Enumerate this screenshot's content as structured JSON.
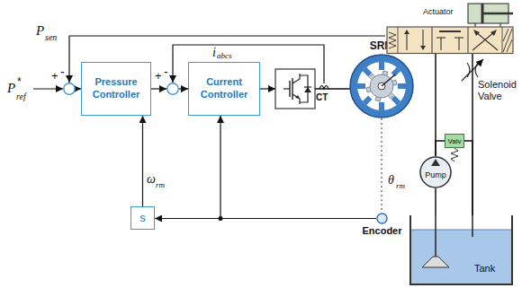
{
  "diagram": {
    "nodes": [
      {
        "text": [
          "+",
          "-"
        ]
      },
      {
        "text": [
          "Pressure Controller"
        ]
      },
      {
        "text": [
          "+",
          "-"
        ]
      },
      {
        "text": [
          "Current Controller"
        ]
      },
      {
        "text": [
          "SRM"
        ]
      },
      {
        "text": [
          "s"
        ]
      },
      {
        "text": [
          "Encoder"
        ]
      },
      {
        "text": [
          "Actuator"
        ]
      },
      {
        "text": [
          "Valv"
        ]
      },
      {
        "text": [
          "Pump"
        ]
      },
      {
        "text": [
          "Tank"
        ]
      }
    ],
    "edges": [
      {
        "from": 0,
        "to": 1,
        "arrow": "to"
      },
      {
        "from": 1,
        "to": 2,
        "arrow": "to"
      },
      {
        "from": 2,
        "to": 3,
        "arrow": "to"
      },
      {
        "from": 7,
        "to": 0,
        "arrow": "to"
      },
      {
        "from": 5,
        "to": 1,
        "arrow": "to"
      },
      {
        "from": 6,
        "to": 5,
        "arrow": "to"
      },
      {
        "from": 6,
        "to": 3,
        "arrow": "to"
      },
      {
        "from": 4,
        "to": 6,
        "arrow": "none"
      },
      {
        "from": 9,
        "to": 7,
        "arrow": "none"
      },
      {
        "from": 10,
        "to": 9,
        "arrow": "none"
      },
      {
        "from": 9,
        "to": 8,
        "arrow": "none"
      },
      {
        "from": 8,
        "to": 10,
        "arrow": "none"
      },
      {
        "from": 7,
        "to": 10,
        "arrow": "none"
      }
    ],
    "labels": [
      "P",
      "*",
      "ref",
      "P",
      "sen",
      "i",
      "abcs",
      "ω",
      "rm",
      "θ",
      "rm",
      "CT",
      "Solenoid Valve"
    ]
  }
}
